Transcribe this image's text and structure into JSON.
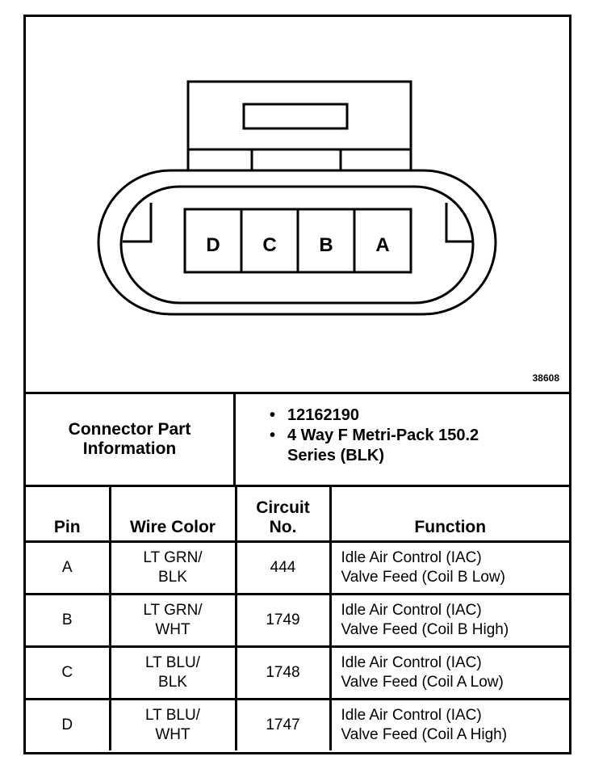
{
  "diagram": {
    "figure_id": "38608",
    "pin_labels": [
      "D",
      "C",
      "B",
      "A"
    ]
  },
  "connector_info": {
    "label_line1": "Connector Part",
    "label_line2": "Information",
    "bullet": "•",
    "items": [
      "12162190",
      "4 Way F Metri-Pack 150.2",
      "Series (BLK)"
    ]
  },
  "table": {
    "headers": {
      "pin": "Pin",
      "wire_color": "Wire Color",
      "circuit_line1": "Circuit",
      "circuit_line2": "No.",
      "function": "Function"
    },
    "rows": [
      {
        "pin": "A",
        "color1": "LT GRN/",
        "color2": "BLK",
        "circuit": "444",
        "func1": "Idle Air Control (IAC)",
        "func2": "Valve Feed (Coil B Low)"
      },
      {
        "pin": "B",
        "color1": "LT GRN/",
        "color2": "WHT",
        "circuit": "1749",
        "func1": "Idle Air Control (IAC)",
        "func2": "Valve Feed (Coil B High)"
      },
      {
        "pin": "C",
        "color1": "LT BLU/",
        "color2": "BLK",
        "circuit": "1748",
        "func1": "Idle Air Control (IAC)",
        "func2": "Valve Feed (Coil A Low)"
      },
      {
        "pin": "D",
        "color1": "LT BLU/",
        "color2": "WHT",
        "circuit": "1747",
        "func1": "Idle Air Control (IAC)",
        "func2": "Valve Feed (Coil A High)"
      }
    ]
  }
}
